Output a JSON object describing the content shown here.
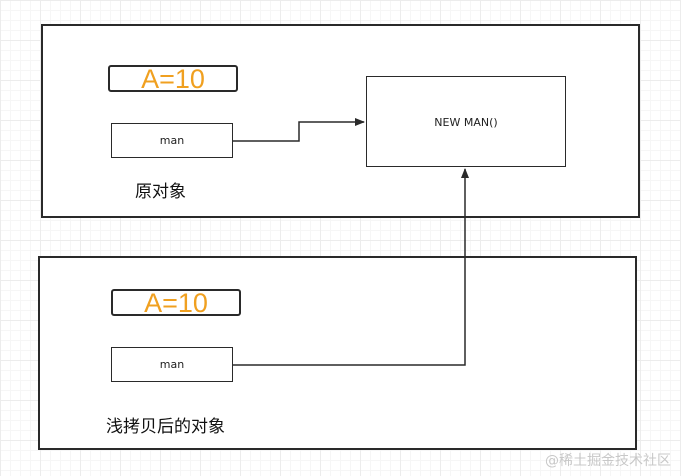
{
  "original": {
    "field": "A=10",
    "ref_label": "man",
    "object_label": "NEW  MAN()",
    "caption": "原对象"
  },
  "shallow_copy": {
    "field": "A=10",
    "ref_label": "man",
    "caption": "浅拷贝后的对象"
  },
  "watermark": "@稀土掘金技术社区",
  "colors": {
    "field_text": "#f0a020",
    "stroke": "#2a2a2a",
    "grid": "#ececec"
  }
}
